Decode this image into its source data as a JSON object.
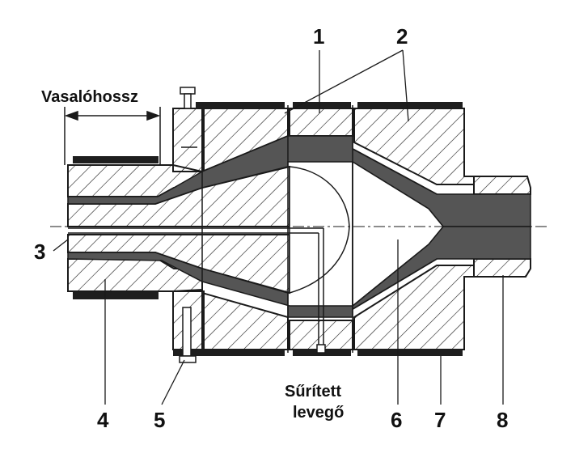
{
  "diagram": {
    "labels": {
      "length": "Vasalóhossz",
      "air_line1": "Sűrített",
      "air_line2": "levegő"
    },
    "parts": [
      "1",
      "2",
      "3",
      "4",
      "5",
      "6",
      "7",
      "8"
    ],
    "colors": {
      "line": "#1a1a1a",
      "melt": "#555555",
      "heater": "#1e1e1e",
      "background": "#ffffff"
    }
  }
}
